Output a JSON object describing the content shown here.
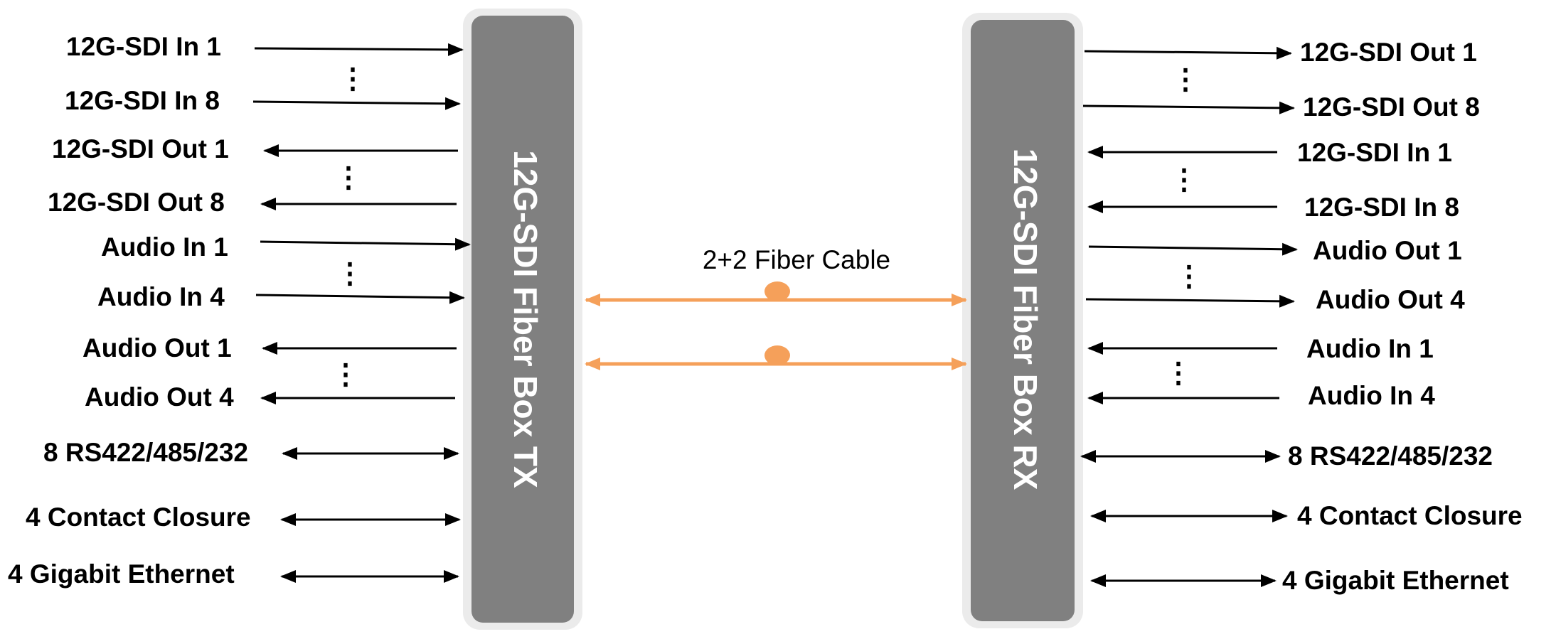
{
  "colors": {
    "box_fill": "#808080",
    "box_outline": "#ebebeb",
    "arrow": "#000000",
    "fiber": "#f5a05a",
    "box_text": "#ffffff"
  },
  "tx_box": {
    "title": "12G-SDI Fiber Box TX"
  },
  "rx_box": {
    "title": "12G-SDI Fiber Box RX"
  },
  "fiber": {
    "label": "2+2 Fiber Cable"
  },
  "ellipsis": "⋮",
  "left_signals": [
    {
      "label": "12G-SDI In 1",
      "direction": "to-box"
    },
    {
      "label": "12G-SDI In 8",
      "direction": "to-box"
    },
    {
      "label": "12G-SDI Out 1",
      "direction": "from-box"
    },
    {
      "label": "12G-SDI Out 8",
      "direction": "from-box"
    },
    {
      "label": "Audio In 1",
      "direction": "to-box"
    },
    {
      "label": "Audio In 4",
      "direction": "to-box"
    },
    {
      "label": "Audio Out 1",
      "direction": "from-box"
    },
    {
      "label": "Audio Out 4",
      "direction": "from-box"
    },
    {
      "label": "8 RS422/485/232",
      "direction": "both"
    },
    {
      "label": "4 Contact Closure",
      "direction": "both"
    },
    {
      "label": "4 Gigabit Ethernet",
      "direction": "both"
    }
  ],
  "right_signals": [
    {
      "label": "12G-SDI Out 1",
      "direction": "from-box"
    },
    {
      "label": "12G-SDI Out 8",
      "direction": "from-box"
    },
    {
      "label": "12G-SDI In 1",
      "direction": "to-box"
    },
    {
      "label": "12G-SDI In 8",
      "direction": "to-box"
    },
    {
      "label": "Audio Out 1",
      "direction": "from-box"
    },
    {
      "label": "Audio Out 4",
      "direction": "from-box"
    },
    {
      "label": "Audio In 1",
      "direction": "to-box"
    },
    {
      "label": "Audio In 4",
      "direction": "to-box"
    },
    {
      "label": "8 RS422/485/232",
      "direction": "both"
    },
    {
      "label": "4 Contact Closure",
      "direction": "both"
    },
    {
      "label": "4 Gigabit Ethernet",
      "direction": "both"
    }
  ]
}
